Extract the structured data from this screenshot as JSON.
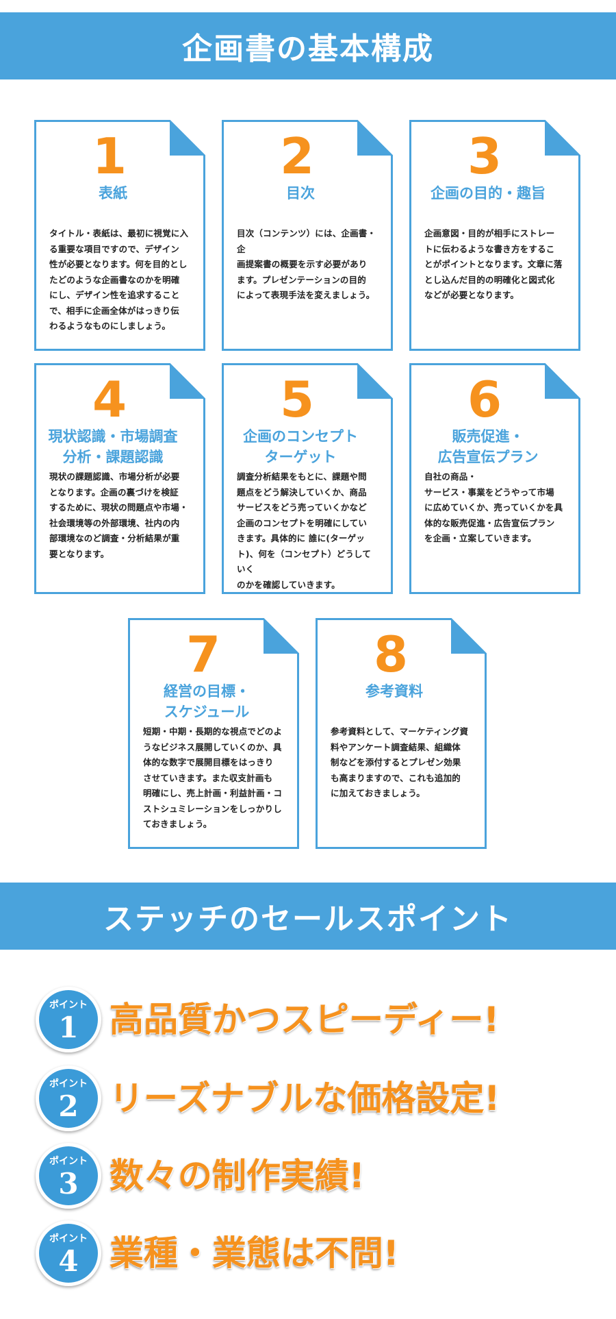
{
  "sections": {
    "structure_title": "企画書の基本構成",
    "selling_points_title": "ステッチのセールスポイント"
  },
  "colors": {
    "banner": "#4aa3dc",
    "number": "#f6921e",
    "card_title": "#4aa3dc",
    "card_border": "#4aa3dc",
    "point_text": "#f6921e"
  },
  "cards": [
    {
      "number": "1",
      "title": "表紙",
      "body": "タイトル・表紙は、最初に視覚に入\nる重要な項目ですので、デザイン\n性が必要となります。何を目的とし\nたどのような企画書なのかを明確\nにし、デザイン性を追求することで、相手に企画全体がはっきり伝\nわるようなものにしましょう。"
    },
    {
      "number": "2",
      "title": "目次",
      "body": "目次（コンテンツ）には、企画書・企\n画提案書の概要を示す必要があり\nます。プレゼンテーションの目的\nによって表現手法を変えましょう。"
    },
    {
      "number": "3",
      "title": "企画の目的・趣旨",
      "body": "企画意図・目的が相手にストレー\nトに伝わるような書き方をするこ\nとがポイントとなります。文章に落\nとし込んだ目的の明確化と図式化\nなどが必要となります。"
    },
    {
      "number": "4",
      "title": "現状認識・市場調査\n分析・課題認識",
      "body": "現状の課題認識、市場分析が必要\nとなります。企画の裏づけを検証\nするために、現状の問題点や市場・\n社会環境等の外部環境、社内の内\n部環境なのど調査・分析結果が重\n要となります。"
    },
    {
      "number": "5",
      "title": "企画のコンセプト\nターゲット",
      "body": "調査分析結果をもとに、課題や問\n題点をどう解決していくか、商品\nサービスをどう売っていくかなど\n企画のコンセプトを明確にしてい\nきます。具体的に 誰に(ターゲッ\nト)、何を（コンセプト）どうしていく\nのかを確認していきます。"
    },
    {
      "number": "6",
      "title": "販売促進・\n広告宣伝プラン",
      "body": "                    自社の商品・\nサービス・事業をどうやって市場\nに広めていくか、売っていくかを具\n体的な販売促進・広告宣伝プラン\nを企画・立案していきます。"
    },
    {
      "number": "7",
      "title": "経営の目標・\nスケジュール",
      "body": "短期・中期・長期的な視点でどのよ\nうなビジネス展開していくのか、具\n体的な数字で展開目標をはっきり\nさせていきます。また収支計画も\n明確にし、売上計画・利益計画・コ\nストシュミレーションをしっかりし\nておきましょう。"
    },
    {
      "number": "8",
      "title": "参考資料",
      "body": "参考資料として、マーケティング資\n料やアンケート調査結果、組織体\n制などを添付するとプレゼン効果\nも高まりますので、これも追加的\nに加えておきましょう。"
    }
  ],
  "points": [
    {
      "label": "ポイント",
      "number": "1",
      "text": "高品質かつスピーディー!"
    },
    {
      "label": "ポイント",
      "number": "2",
      "text": "リーズナブルな価格設定!"
    },
    {
      "label": "ポイント",
      "number": "3",
      "text": "数々の制作実績!"
    },
    {
      "label": "ポイント",
      "number": "4",
      "text": "業種・業態は不問!"
    }
  ]
}
